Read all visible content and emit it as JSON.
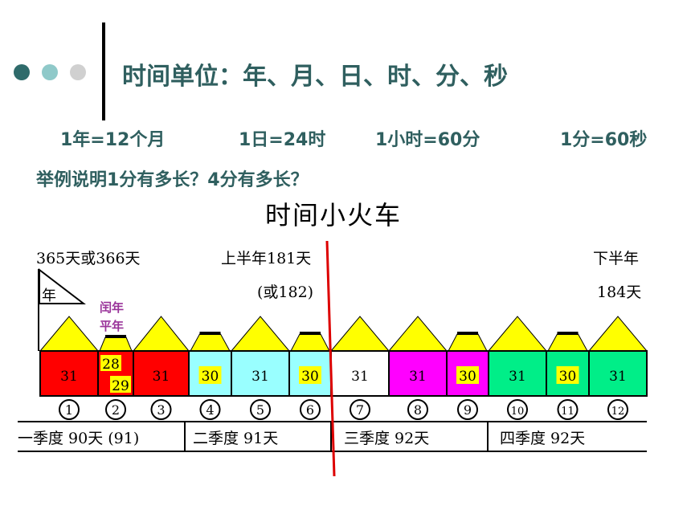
{
  "heading": "时间单位：年、月、日、时、分、秒",
  "equivalences": [
    "1年=12个月",
    "1日=24时",
    "1小时=60分",
    "1分=60秒"
  ],
  "question": "举例说明1分有多长？4分有多长？",
  "train": {
    "title": "时间小火车",
    "year_label": "365天或366天",
    "flag_label": "年",
    "first_half_label": "上半年181天",
    "first_half_alt": "(或182)",
    "second_half_label": "下半年",
    "second_half_days": "184天",
    "feb_leap": "闰年",
    "feb_common": "平年",
    "cars": [
      {
        "month": "1",
        "days": "31",
        "color": "#ff0000"
      },
      {
        "month": "2",
        "days_top": "28",
        "days_bottom": "29",
        "color": "#ff0000"
      },
      {
        "month": "3",
        "days": "31",
        "color": "#ff0000"
      },
      {
        "month": "4",
        "days": "30",
        "color": "#99ffff"
      },
      {
        "month": "5",
        "days": "31",
        "color": "#99ffff"
      },
      {
        "month": "6",
        "days": "30",
        "color": "#99ffff"
      },
      {
        "month": "7",
        "days": "31",
        "color": "#ffffff"
      },
      {
        "month": "8",
        "days": "31",
        "color": "#ff00ff"
      },
      {
        "month": "9",
        "days": "30",
        "color": "#ff00ff"
      },
      {
        "month": "10",
        "days": "31",
        "color": "#00ee88"
      },
      {
        "month": "11",
        "days": "30",
        "color": "#00ee88"
      },
      {
        "month": "12",
        "days": "31",
        "color": "#00ee88"
      }
    ],
    "quarters": [
      "一季度 90天 (91)",
      "二季度 91天",
      "三季度 92天",
      "四季度 92天"
    ]
  },
  "colors": {
    "dot_dark": "#2f6b6b",
    "dot_mid": "#8fc9c9",
    "dot_light": "#d0d0d0",
    "heading_text": "#2f5f5f",
    "roof": "#ffff00",
    "feb_label": "#993399",
    "divider_line": "#dd0000"
  }
}
